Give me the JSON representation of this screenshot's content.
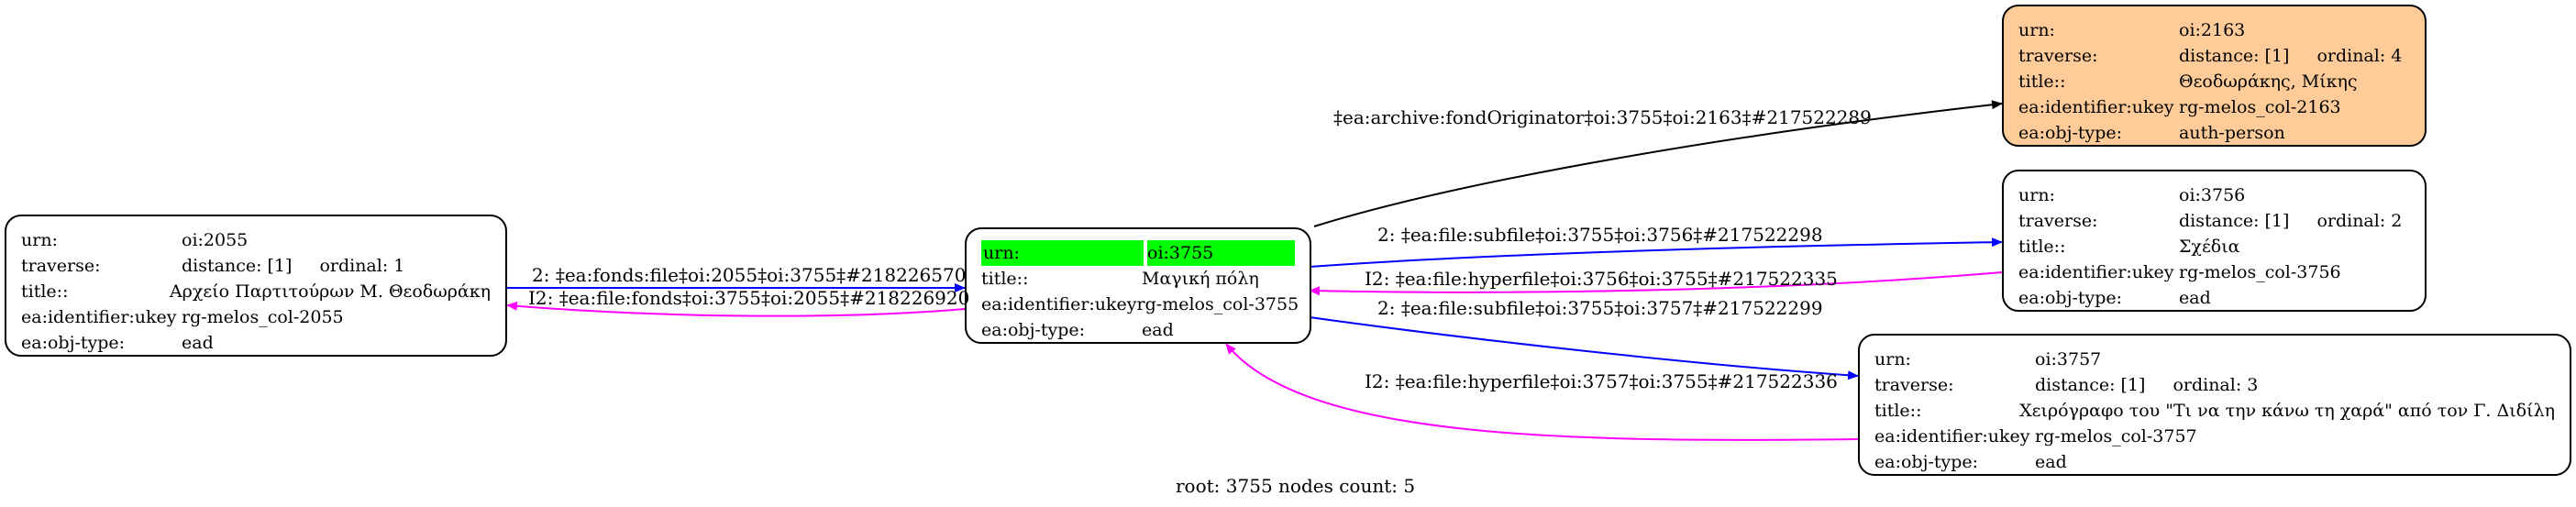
{
  "colors": {
    "edge_forward": "#0000ff",
    "edge_inverse": "#ff00ff",
    "edge_plain": "#000000",
    "highlight_node": "#ffcc99",
    "selected_row": "#00ff00"
  },
  "nodes": {
    "n2055": {
      "rows": [
        {
          "k": "urn:",
          "v": "oi:2055"
        },
        {
          "k": "traverse:",
          "v": "distance: [1]",
          "extra": "ordinal: 1"
        },
        {
          "k": "title::",
          "v": "Αρχείο Παρτιτούρων Μ. Θεοδωράκη"
        },
        {
          "k": "ea:identifier:ukey",
          "v": "rg-melos_col-2055"
        },
        {
          "k": "ea:obj-type:",
          "v": "ead"
        }
      ]
    },
    "n3755": {
      "rows": [
        {
          "k": "urn:",
          "v": "oi:3755"
        },
        {
          "k": "title::",
          "v": "Μαγική πόλη"
        },
        {
          "k": "ea:identifier:ukey",
          "v": "rg-melos_col-3755"
        },
        {
          "k": "ea:obj-type:",
          "v": "ead"
        }
      ]
    },
    "n2163": {
      "rows": [
        {
          "k": "urn:",
          "v": "oi:2163"
        },
        {
          "k": "traverse:",
          "v": "distance: [1]",
          "extra": "ordinal: 4"
        },
        {
          "k": "title::",
          "v": "Θεοδωράκης, Μίκης"
        },
        {
          "k": "ea:identifier:ukey",
          "v": "rg-melos_col-2163"
        },
        {
          "k": "ea:obj-type:",
          "v": "auth-person"
        }
      ]
    },
    "n3756": {
      "rows": [
        {
          "k": "urn:",
          "v": "oi:3756"
        },
        {
          "k": "traverse:",
          "v": "distance: [1]",
          "extra": "ordinal: 2"
        },
        {
          "k": "title::",
          "v": "Σχέδια"
        },
        {
          "k": "ea:identifier:ukey",
          "v": "rg-melos_col-3756"
        },
        {
          "k": "ea:obj-type:",
          "v": "ead"
        }
      ]
    },
    "n3757": {
      "rows": [
        {
          "k": "urn:",
          "v": "oi:3757"
        },
        {
          "k": "traverse:",
          "v": "distance: [1]",
          "extra": "ordinal: 3"
        },
        {
          "k": "title::",
          "v": "Χειρόγραφο του \"Τι να την κάνω τη χαρά\" από τον Γ. Διδίλη"
        },
        {
          "k": "ea:identifier:ukey",
          "v": "rg-melos_col-3757"
        },
        {
          "k": "ea:obj-type:",
          "v": "ead"
        }
      ]
    }
  },
  "edges": {
    "e1": "2: ‡ea:fonds:file‡oi:2055‡oi:3755‡#218226570",
    "e2": "I2: ‡ea:file:fonds‡oi:3755‡oi:2055‡#218226920",
    "e3": "‡ea:archive:fondOriginator‡oi:3755‡oi:2163‡#217522289",
    "e4": "2: ‡ea:file:subfile‡oi:3755‡oi:3756‡#217522298",
    "e5": "I2: ‡ea:file:hyperfile‡oi:3756‡oi:3755‡#217522335",
    "e6": "2: ‡ea:file:subfile‡oi:3755‡oi:3757‡#217522299",
    "e7": "I2: ‡ea:file:hyperfile‡oi:3757‡oi:3755‡#217522336"
  },
  "footer": "root: 3755 nodes count: 5"
}
